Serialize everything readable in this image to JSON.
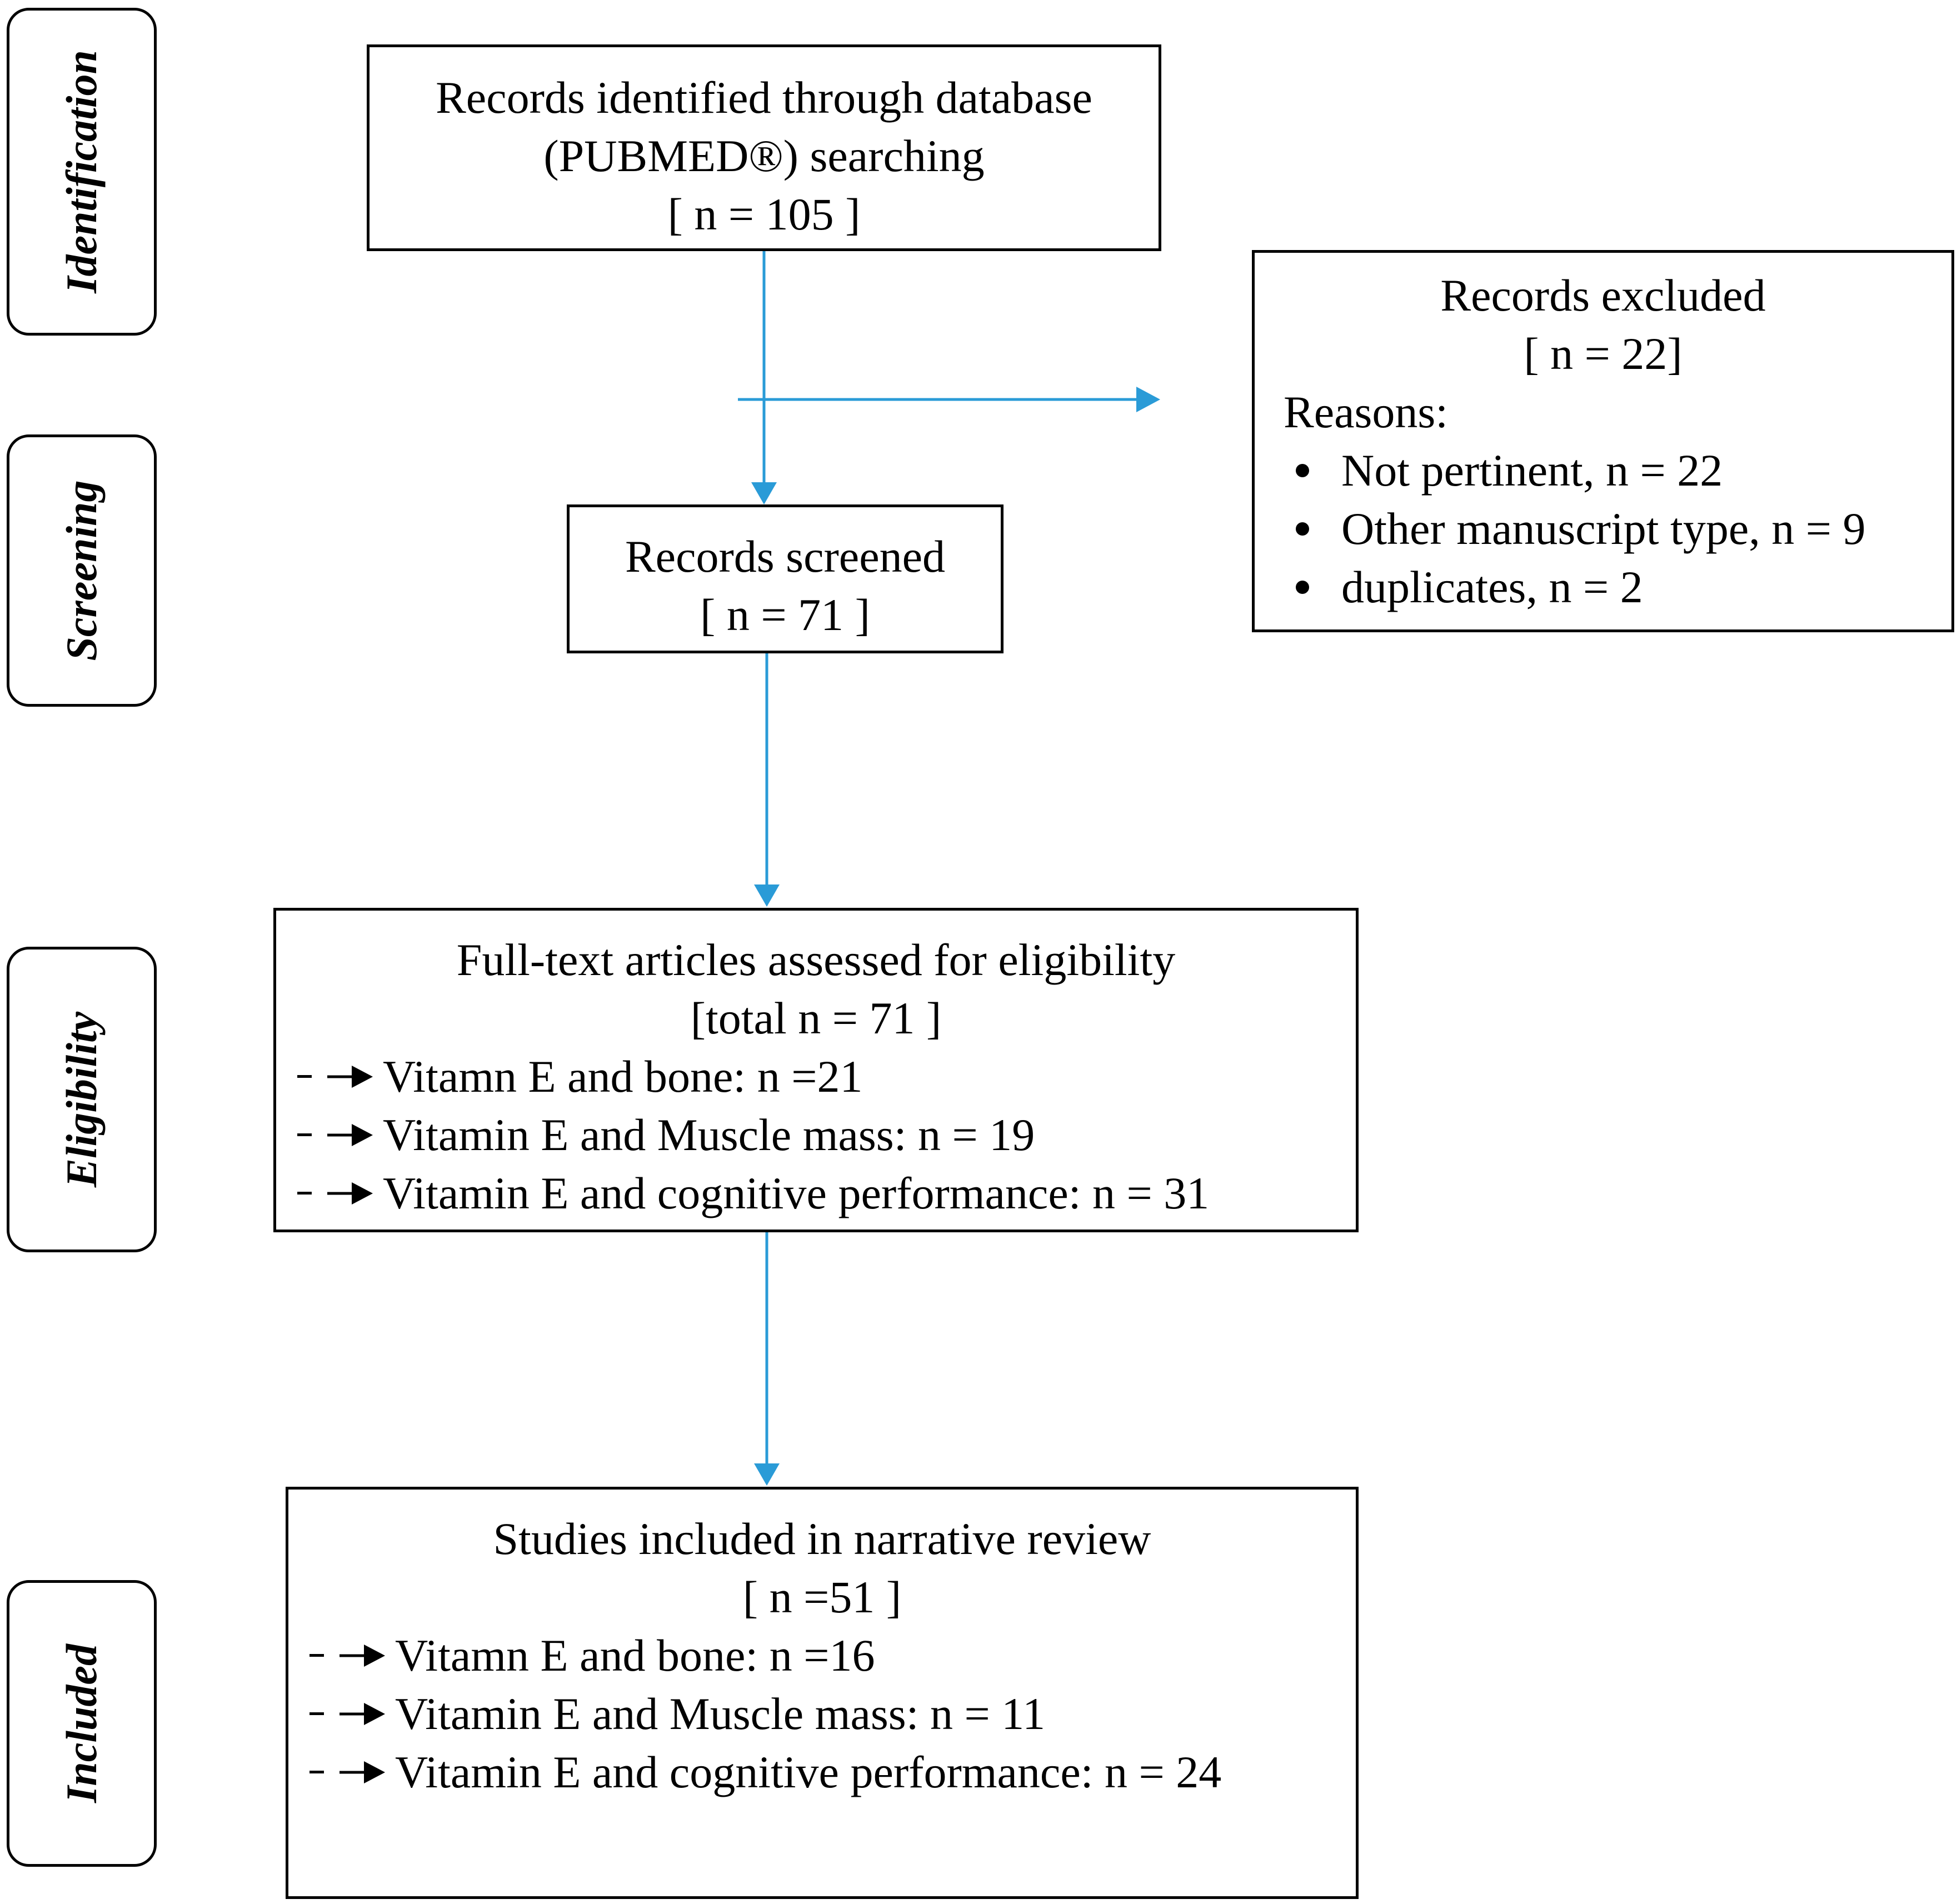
{
  "stages": [
    {
      "key": "identification",
      "label": "Identification"
    },
    {
      "key": "screening",
      "label": "Screening"
    },
    {
      "key": "eligibility",
      "label": "Eligibility"
    },
    {
      "key": "included",
      "label": "Included"
    }
  ],
  "identified": {
    "line1": "Records identified through database",
    "line2": "(PUBMED®) searching",
    "count": "[ n = 105 ]"
  },
  "excluded": {
    "title": "Records excluded",
    "count": "[ n =  22]",
    "reasons_label": "Reasons:",
    "reasons": [
      "Not pertinent, n = 22",
      "Other manuscript type, n = 9",
      "duplicates, n = 2"
    ]
  },
  "screened": {
    "title": "Records screened",
    "count": "[ n = 71 ]"
  },
  "eligibility": {
    "title": "Full-text articles assessed for eligibility",
    "count": "[total n = 71 ]",
    "items": [
      "Vitamn E and bone: n =21",
      "Vitamin E and Muscle mass: n = 19",
      "Vitamin E and cognitive performance: n = 31"
    ]
  },
  "included": {
    "title": "Studies included in narrative review",
    "count": "[ n =51 ]",
    "items": [
      "Vitamn E and bone: n =16",
      "Vitamin E and Muscle mass: n = 11",
      "Vitamin E and cognitive performance: n = 24"
    ]
  },
  "colors": {
    "connector": "#2a9bd7",
    "border": "#000000"
  }
}
